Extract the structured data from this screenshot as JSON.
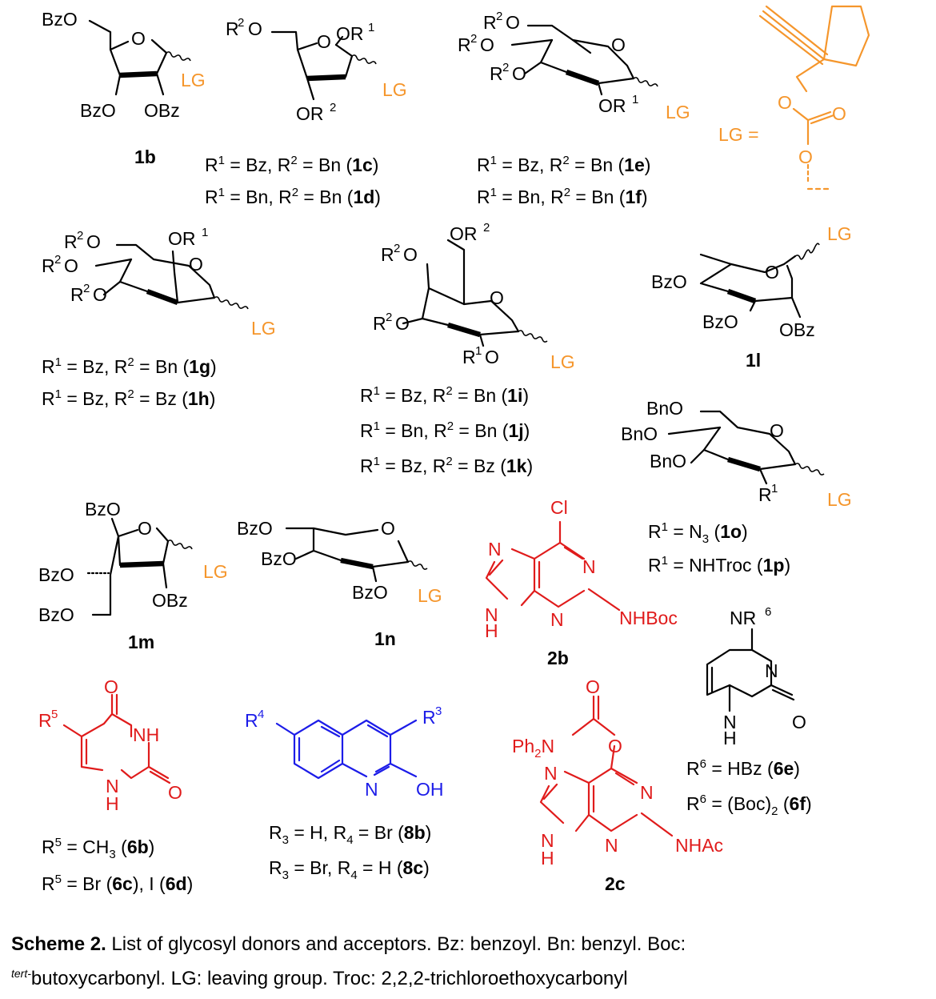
{
  "colors": {
    "leaving_group": "#f5962c",
    "purine_acceptor": "#e01b1b",
    "quinoline_acceptor": "#1c1ce8",
    "default": "#000000"
  },
  "atoms": {
    "O": "O",
    "BzO": "BzO",
    "OBz": "OBz",
    "OR": "OR",
    "R": "R",
    "LG": "LG",
    "BnO": "BnO",
    "N": "N",
    "H": "H",
    "NH": "NH",
    "Cl": "Cl",
    "NHBoc": "NHBoc",
    "NHAc": "NHAc",
    "NR": "NR",
    "OH": "OH",
    "Ph": "Ph",
    "LGeq": "LG ="
  },
  "sup": {
    "s1": "1",
    "s2": "2",
    "s3": "3",
    "s4": "4",
    "s5": "5",
    "s6": "6",
    "s2b": "2"
  },
  "labels": {
    "1b": "1b",
    "1l": "1l",
    "1m": "1m",
    "1n": "1n",
    "2b": "2b",
    "2c": "2c"
  },
  "captions": {
    "c_1c": {
      "pre": "R",
      "s1": "1",
      "mid": " = Bz, R",
      "s2": "2",
      "post": " = Bn (",
      "id": "1c",
      "end": ")"
    },
    "c_1d": {
      "pre": "R",
      "s1": "1",
      "mid": " = Bn, R",
      "s2": "2",
      "post": " = Bn  (",
      "id": "1d",
      "end": ")"
    },
    "c_1e": {
      "pre": "R",
      "s1": "1",
      "mid": " = Bz, R",
      "s2": "2",
      "post": " = Bn (",
      "id": "1e",
      "end": ")"
    },
    "c_1f": {
      "pre": "R",
      "s1": "1",
      "mid": " = Bn, R",
      "s2": "2",
      "post": " = Bn (",
      "id": "1f",
      "end": ")"
    },
    "c_1g": {
      "pre": "R",
      "s1": "1",
      "mid": " = Bz, R",
      "s2": "2",
      "post": " = Bn (",
      "id": "1g",
      "end": ")"
    },
    "c_1h": {
      "pre": "R",
      "s1": "1",
      "mid": " = Bz, R",
      "s2": "2",
      "post": " = Bz (",
      "id": "1h",
      "end": ")"
    },
    "c_1i": {
      "pre": "R",
      "s1": "1",
      "mid": " = Bz, R",
      "s2": "2",
      "post": " = Bn (",
      "id": "1i",
      "end": ")"
    },
    "c_1j": {
      "pre": "R",
      "s1": "1",
      "mid": " = Bn, R",
      "s2": "2",
      "post": " = Bn (",
      "id": "1j",
      "end": ")"
    },
    "c_1k": {
      "pre": "R",
      "s1": "1",
      "mid": " = Bz, R",
      "s2": "2",
      "post": " = Bz (",
      "id": "1k",
      "end": ")"
    },
    "c_1o": {
      "pre": "R",
      "s1": "1",
      "mid": " = N",
      "sub": "3",
      "post": " (",
      "id": "1o",
      "end": ")"
    },
    "c_1p": {
      "pre": "R",
      "s1": "1",
      "post": " = NHTroc (",
      "id": "1p",
      "end": ")"
    },
    "c_6b": {
      "pre": "R",
      "s1": "5",
      "mid": " = CH",
      "sub": "3",
      "post": " (",
      "id": "6b",
      "end": ")"
    },
    "c_6c": {
      "pre": "R",
      "s1": "5",
      "post": " = Br (",
      "id": "6c",
      "mid2": "), I (",
      "id2": "6d",
      "end": ")"
    },
    "c_8b": {
      "pre": "R",
      "sub1": "3",
      "mid": " = H, R",
      "sub2": "4",
      "post": " = Br (",
      "id": "8b",
      "end": ")"
    },
    "c_8c": {
      "pre": "R",
      "sub1": "3",
      "mid": " = Br, R",
      "sub2": "4",
      "post": " = H (",
      "id": "8c",
      "end": ")"
    },
    "c_6e": {
      "pre": "R",
      "s1": "6",
      "post": " = HBz (",
      "id": "6e",
      "end": ")"
    },
    "c_6f": {
      "pre": "R",
      "s1": "6",
      "mid": " = (Boc)",
      "sub": "2",
      "post": " (",
      "id": "6f",
      "end": ")"
    }
  },
  "scheme_caption": {
    "title": "Scheme 2.",
    "text1": " List of glycosyl donors and acceptors.  Bz: benzoyl. Bn: benzyl.  Boc: ",
    "tert": "tert-",
    "text2": "butoxycarbonyl. LG: leaving group. Troc: 2,2,2-trichloroethoxycarbonyl"
  }
}
